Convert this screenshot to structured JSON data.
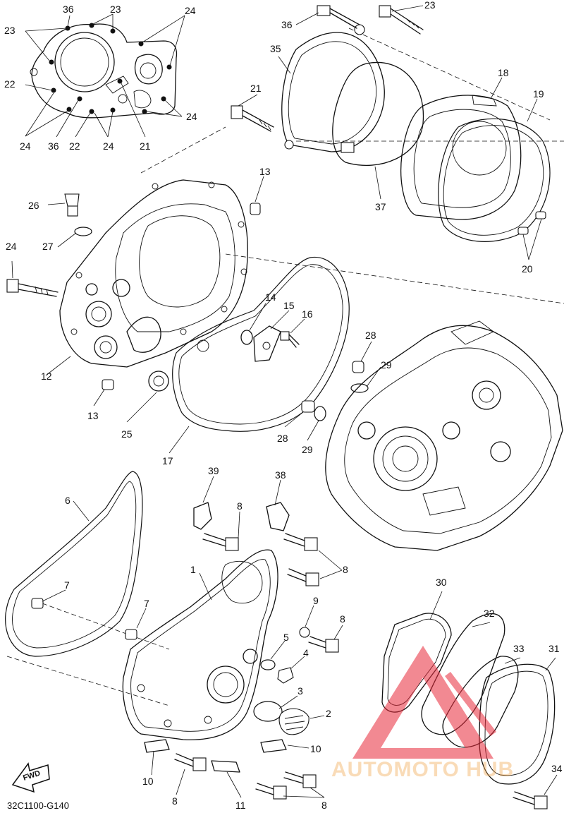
{
  "diagram_code": "32C1100-G140",
  "fwd_label": "FWD",
  "watermark_text": "AUTOMOTO HUB",
  "watermark_color": "#e8293a",
  "callouts": [
    {
      "id": "c36a",
      "text": "36"
    },
    {
      "id": "c23a",
      "text": "23"
    },
    {
      "id": "c24a",
      "text": "24"
    },
    {
      "id": "c23b",
      "text": "23"
    },
    {
      "id": "c22a",
      "text": "22"
    },
    {
      "id": "c24b",
      "text": "24"
    },
    {
      "id": "c24c",
      "text": "24"
    },
    {
      "id": "c36b",
      "text": "36"
    },
    {
      "id": "c22b",
      "text": "22"
    },
    {
      "id": "c24d",
      "text": "24"
    },
    {
      "id": "c21a",
      "text": "21"
    },
    {
      "id": "c36c",
      "text": "36"
    },
    {
      "id": "c23c",
      "text": "23"
    },
    {
      "id": "c35",
      "text": "35"
    },
    {
      "id": "c18",
      "text": "18"
    },
    {
      "id": "c21b",
      "text": "21"
    },
    {
      "id": "c19",
      "text": "19"
    },
    {
      "id": "c37",
      "text": "37"
    },
    {
      "id": "c20",
      "text": "20"
    },
    {
      "id": "c13a",
      "text": "13"
    },
    {
      "id": "c26",
      "text": "26"
    },
    {
      "id": "c27",
      "text": "27"
    },
    {
      "id": "c24e",
      "text": "24"
    },
    {
      "id": "c14",
      "text": "14"
    },
    {
      "id": "c15",
      "text": "15"
    },
    {
      "id": "c16",
      "text": "16"
    },
    {
      "id": "c12",
      "text": "12"
    },
    {
      "id": "c28a",
      "text": "28"
    },
    {
      "id": "c29a",
      "text": "29"
    },
    {
      "id": "c13b",
      "text": "13"
    },
    {
      "id": "c25",
      "text": "25"
    },
    {
      "id": "c28b",
      "text": "28"
    },
    {
      "id": "c29b",
      "text": "29"
    },
    {
      "id": "c17",
      "text": "17"
    },
    {
      "id": "c39",
      "text": "39"
    },
    {
      "id": "c38",
      "text": "38"
    },
    {
      "id": "c6",
      "text": "6"
    },
    {
      "id": "c8a",
      "text": "8"
    },
    {
      "id": "c1",
      "text": "1"
    },
    {
      "id": "c8b",
      "text": "8"
    },
    {
      "id": "c7a",
      "text": "7"
    },
    {
      "id": "c9",
      "text": "9"
    },
    {
      "id": "c7b",
      "text": "7"
    },
    {
      "id": "c8c",
      "text": "8"
    },
    {
      "id": "c30",
      "text": "30"
    },
    {
      "id": "c32",
      "text": "32"
    },
    {
      "id": "c5",
      "text": "5"
    },
    {
      "id": "c4",
      "text": "4"
    },
    {
      "id": "c33",
      "text": "33"
    },
    {
      "id": "c31",
      "text": "31"
    },
    {
      "id": "c3",
      "text": "3"
    },
    {
      "id": "c2",
      "text": "2"
    },
    {
      "id": "c10a",
      "text": "10"
    },
    {
      "id": "c10b",
      "text": "10"
    },
    {
      "id": "c8d",
      "text": "8"
    },
    {
      "id": "c34",
      "text": "34"
    },
    {
      "id": "c11",
      "text": "11"
    },
    {
      "id": "c8e",
      "text": "8"
    }
  ]
}
